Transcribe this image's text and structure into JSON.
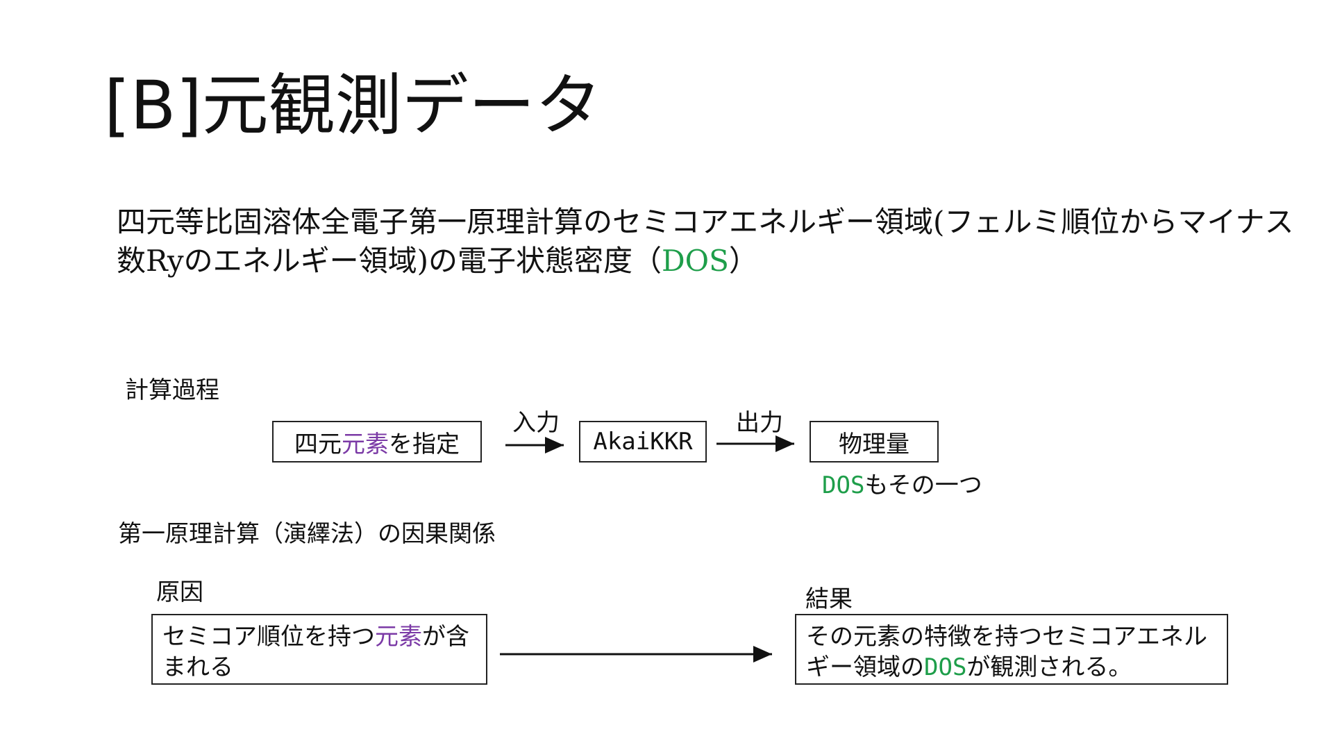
{
  "slide": {
    "title": "[B]元観測データ",
    "description": {
      "text": "四元等比固溶体全電子第一原理計算のセミコアエネルギー領域(フェルミ順位からマイナス数Ryのエネルギー領域)の電子状態密度（",
      "highlight": "DOS",
      "close": "）"
    }
  },
  "process": {
    "label": "計算過程",
    "step1": {
      "pre": "四元",
      "highlight": "元素",
      "post": "を指定"
    },
    "arrow1_label": "入力",
    "step2": "AkaiKKR",
    "arrow2_label": "出力",
    "step3": "物理量",
    "note": {
      "highlight": "DOS",
      "post": "もその一つ"
    }
  },
  "causality": {
    "label": "第一原理計算（演繹法）の因果関係",
    "cause_label": "原因",
    "cause": {
      "pre": "セミコア順位を持つ",
      "highlight": "元素",
      "post": "が含まれる"
    },
    "effect_label": "結果",
    "effect": {
      "pre": "その元素の特徴を持つセミコアエネルギー領域の",
      "highlight": "DOS",
      "post": "が観測される。"
    }
  },
  "colors": {
    "element_highlight": "#7b3aa6",
    "dos_highlight": "#1e9e4a"
  }
}
